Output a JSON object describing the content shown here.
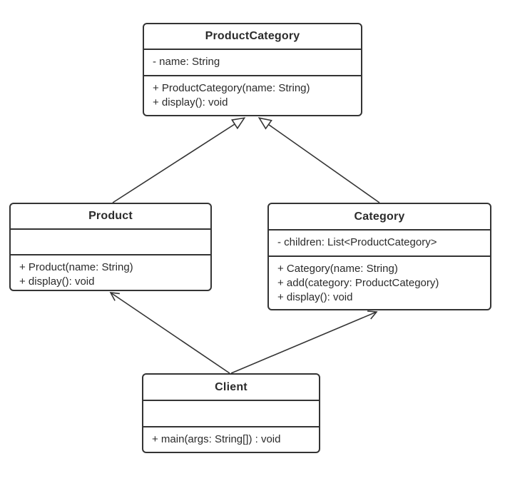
{
  "canvas": {
    "background_color": "#ffffff",
    "line_color": "#343434",
    "text_color": "#2b2b2b"
  },
  "classes": [
    {
      "name": "ProductCategory",
      "attributes": [
        "- name: String"
      ],
      "methods": [
        "+ ProductCategory(name: String)",
        "+ display(): void"
      ]
    },
    {
      "name": "Product",
      "attributes": [],
      "methods": [
        "+ Product(name: String)",
        "+ display(): void"
      ]
    },
    {
      "name": "Category",
      "attributes": [
        "- children: List<ProductCategory>"
      ],
      "methods": [
        "+ Category(name: String)",
        "+ add(category: ProductCategory)",
        "+ display(): void"
      ]
    },
    {
      "name": "Client",
      "attributes": [],
      "methods": [
        "+ main(args: String[]) : void"
      ]
    }
  ],
  "relationships": [
    {
      "from": "Product",
      "to": "ProductCategory",
      "type": "generalization",
      "arrowhead": "hollow-triangle"
    },
    {
      "from": "Category",
      "to": "ProductCategory",
      "type": "generalization",
      "arrowhead": "hollow-triangle"
    },
    {
      "from": "Client",
      "to": "Product",
      "type": "directed-association",
      "arrowhead": "open-arrow"
    },
    {
      "from": "Client",
      "to": "Category",
      "type": "directed-association",
      "arrowhead": "open-arrow"
    }
  ]
}
